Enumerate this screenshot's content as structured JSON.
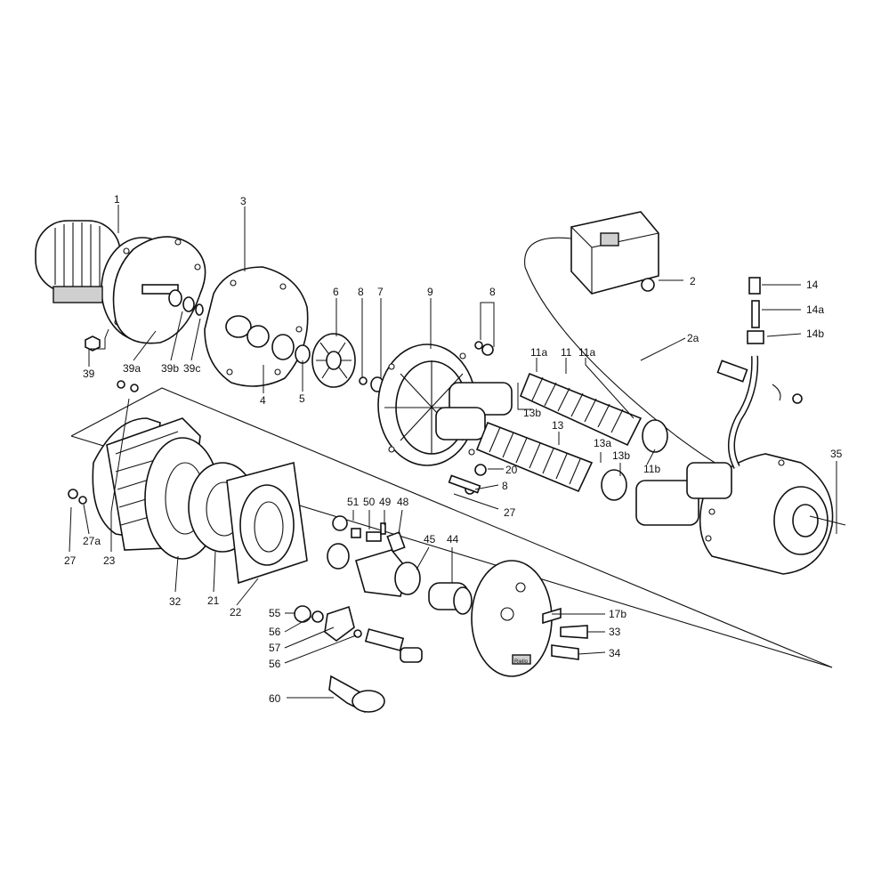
{
  "callouts": {
    "c1": "1",
    "c2": "2",
    "c2a": "2a",
    "c3": "3",
    "c4": "4",
    "c5": "5",
    "c6": "6",
    "c7": "7",
    "c8a": "8",
    "c8b": "8",
    "c8c": "8",
    "c9": "9",
    "c11": "11",
    "c11a1": "11a",
    "c11a2": "11a",
    "c11b": "11b",
    "c13": "13",
    "c13a": "13a",
    "c13b1": "13b",
    "c13b2": "13b",
    "c14": "14",
    "c14a": "14a",
    "c14b": "14b",
    "c17b": "17b",
    "c20": "20",
    "c21": "21",
    "c22": "22",
    "c23": "23",
    "c27a": "27",
    "c27b": "27",
    "c27sub": "27a",
    "c32": "32",
    "c33": "33",
    "c34": "34",
    "c35": "35",
    "c39": "39",
    "c39a": "39a",
    "c39b": "39b",
    "c39c": "39c",
    "c44": "44",
    "c45": "45",
    "c48": "48",
    "c49": "49",
    "c50": "50",
    "c51": "51",
    "c55": "55",
    "c56a": "56",
    "c56b": "56",
    "c57": "57",
    "c60": "60"
  },
  "nameplate": "Riello"
}
